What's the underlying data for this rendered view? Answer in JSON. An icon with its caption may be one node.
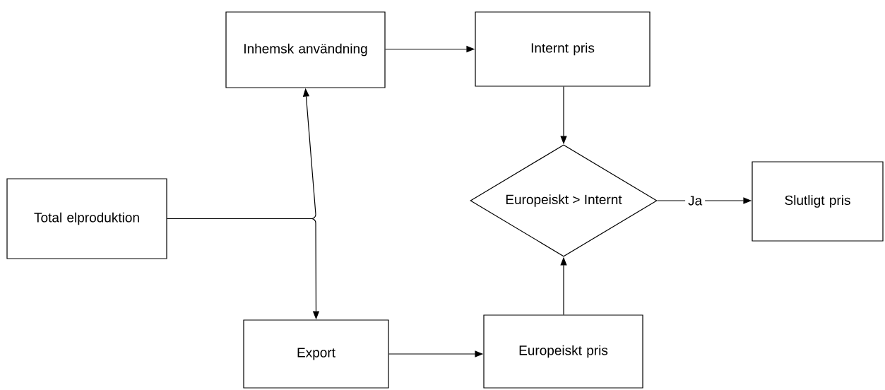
{
  "diagram": {
    "nodes": [
      {
        "text": [
          "Total elproduktion"
        ]
      },
      {
        "text": [
          "Inhemsk användning"
        ]
      },
      {
        "text": [
          "Internt pris"
        ]
      },
      {
        "text": [
          "Europeiskt > Internt"
        ]
      },
      {
        "text": [
          "Slutligt pris"
        ]
      },
      {
        "text": [
          "Export"
        ]
      },
      {
        "text": [
          "Europeiskt pris"
        ]
      }
    ],
    "edges": [
      {
        "from": 0,
        "to": 1,
        "arrow": "to"
      },
      {
        "from": 0,
        "to": 5,
        "arrow": "to"
      },
      {
        "from": 1,
        "to": 2,
        "arrow": "to"
      },
      {
        "from": 2,
        "to": 3,
        "arrow": "to"
      },
      {
        "from": 5,
        "to": 6,
        "arrow": "to"
      },
      {
        "from": 6,
        "to": 3,
        "arrow": "to"
      },
      {
        "from": 3,
        "to": 4,
        "arrow": "to",
        "label": "Ja"
      }
    ]
  }
}
